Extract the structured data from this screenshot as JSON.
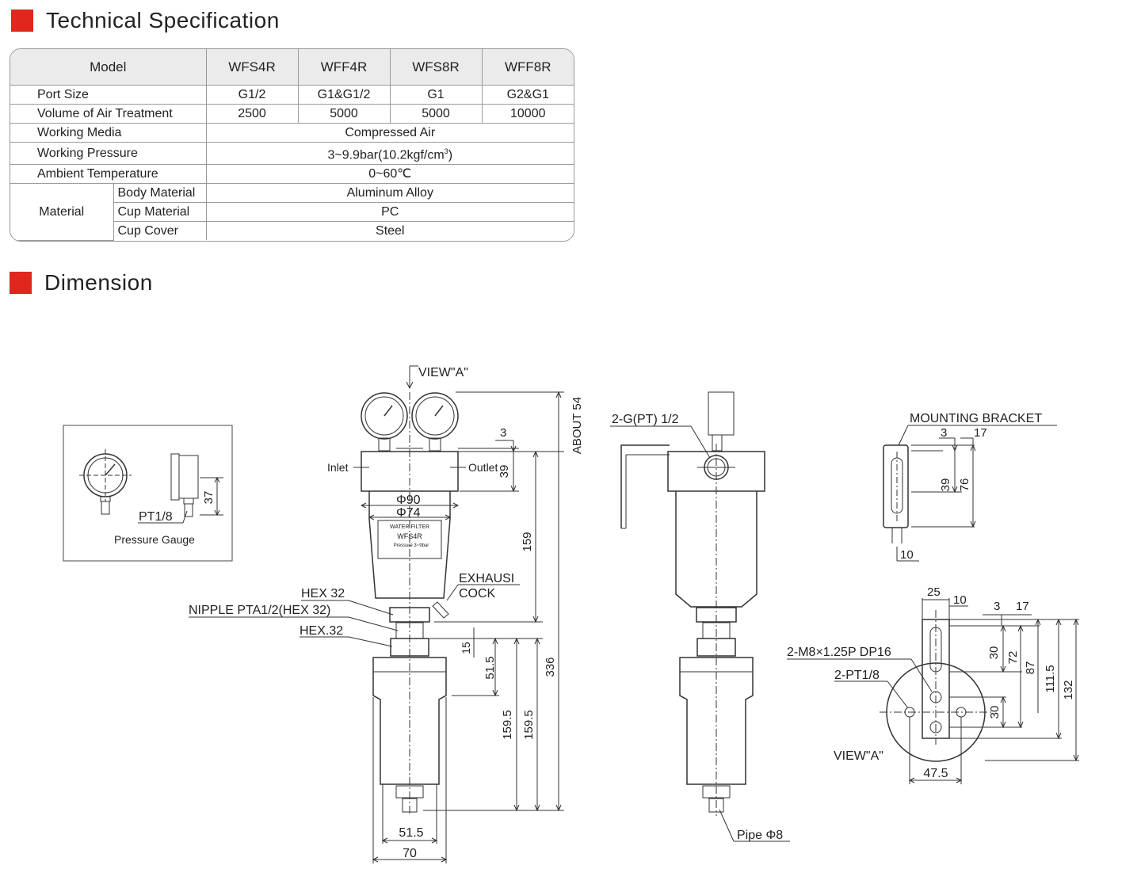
{
  "sections": {
    "spec_title": "Technical Specification",
    "dim_title": "Dimension"
  },
  "spec_table": {
    "header": {
      "model": "Model",
      "cols": [
        "WFS4R",
        "WFF4R",
        "WFS8R",
        "WFF8R"
      ]
    },
    "port_size": {
      "label": "Port Size",
      "values": [
        "G1/2",
        "G1&G1/2",
        "G1",
        "G2&G1"
      ]
    },
    "volume": {
      "label": "Volume of Air Treatment",
      "values": [
        "2500",
        "5000",
        "5000",
        "10000"
      ]
    },
    "media": {
      "label": "Working Media",
      "value": "Compressed Air"
    },
    "pressure": {
      "label": "Working Pressure",
      "value": "3~9.9bar(10.2kgf/cm",
      "sup": "3",
      "suffix": ")"
    },
    "temperature": {
      "label": "Ambient Temperature",
      "value": "0~60℃"
    },
    "material": {
      "label": "Material",
      "rows": [
        {
          "label": "Body Material",
          "value": "Aluminum Alloy"
        },
        {
          "label": "Cup Material",
          "value": "PC"
        },
        {
          "label": "Cup Cover",
          "value": "Steel"
        }
      ]
    }
  },
  "drawing": {
    "gauge_box": {
      "port": "PT1/8",
      "dim": "37",
      "caption": "Pressure Gauge"
    },
    "front_view": {
      "view_label": "VIEW\"A\"",
      "inlet": "Inlet",
      "outlet": "Outlet",
      "phi90": "Φ90",
      "phi74": "Φ74",
      "label_plate": "WATER FILTER",
      "plate_model": "WFS4R",
      "plate_pressure": "Pressure 3~9bar",
      "hex32": "HEX 32",
      "nipple": "NIPPLE PTA1/2(HEX 32)",
      "hex32b": "HEX.32",
      "exhaust": "EXHAUSI",
      "cock": "COCK",
      "d3": "3",
      "d39": "39",
      "d159": "159",
      "d15": "15",
      "d51_5": "51.5",
      "d159_5a": "159.5",
      "d159_5b": "159.5",
      "d336": "336",
      "about54": "ABOUT 54",
      "w51_5": "51.5",
      "w70": "70"
    },
    "side_view": {
      "port": "2-G(PT) 1/2",
      "pipe": "Pipe Φ8"
    },
    "bracket": {
      "title": "MOUNTING BRACKET",
      "d3": "3",
      "d17": "17",
      "d39": "39",
      "d76": "76",
      "d10": "10"
    },
    "view_a": {
      "d25": "25",
      "d10": "10",
      "d3": "3",
      "d17": "17",
      "m8": "2-M8×1.25P DP16",
      "pt18": "2-PT1/8",
      "d30a": "30",
      "d72": "72",
      "d87": "87",
      "d111_5": "111.5",
      "d132": "132",
      "d30b": "30",
      "label": "VIEW\"A\"",
      "d47_5": "47.5"
    }
  }
}
